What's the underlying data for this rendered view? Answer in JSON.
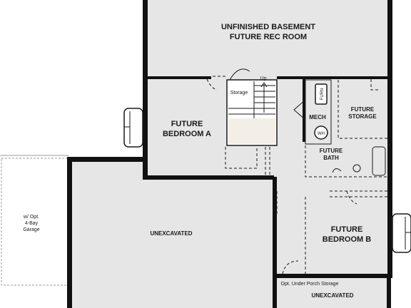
{
  "labels": {
    "unfinished_basement_line1": "UNFINISHED BASEMENT",
    "unfinished_basement_line2": "FUTURE REC ROOM",
    "future_bedroom_a_line1": "FUTURE",
    "future_bedroom_a_line2": "BEDROOM A",
    "storage": "Storage",
    "up": "Up",
    "mech": "MECH",
    "furn": "FURN",
    "wh": "WH",
    "future_storage_line1": "FUTURE",
    "future_storage_line2": "STORAGE",
    "future_bath_line1": "FUTURE",
    "future_bath_line2": "BATH",
    "future_bedroom_b_line1": "FUTURE",
    "future_bedroom_b_line2": "BEDROOM B",
    "unexcavated_left": "UNEXCAVATED",
    "unexcavated_right": "UNEXCAVATED",
    "under_porch": "Opt. Under Porch Storage",
    "garage_line1": "w/ Opt.",
    "garage_line2": "4-Bay",
    "garage_line3": "Garage"
  },
  "colors": {
    "room_fill": "#e6e6e6",
    "wall": "#111111",
    "stair_fill": "#f3efe6",
    "background": "#ffffff"
  }
}
